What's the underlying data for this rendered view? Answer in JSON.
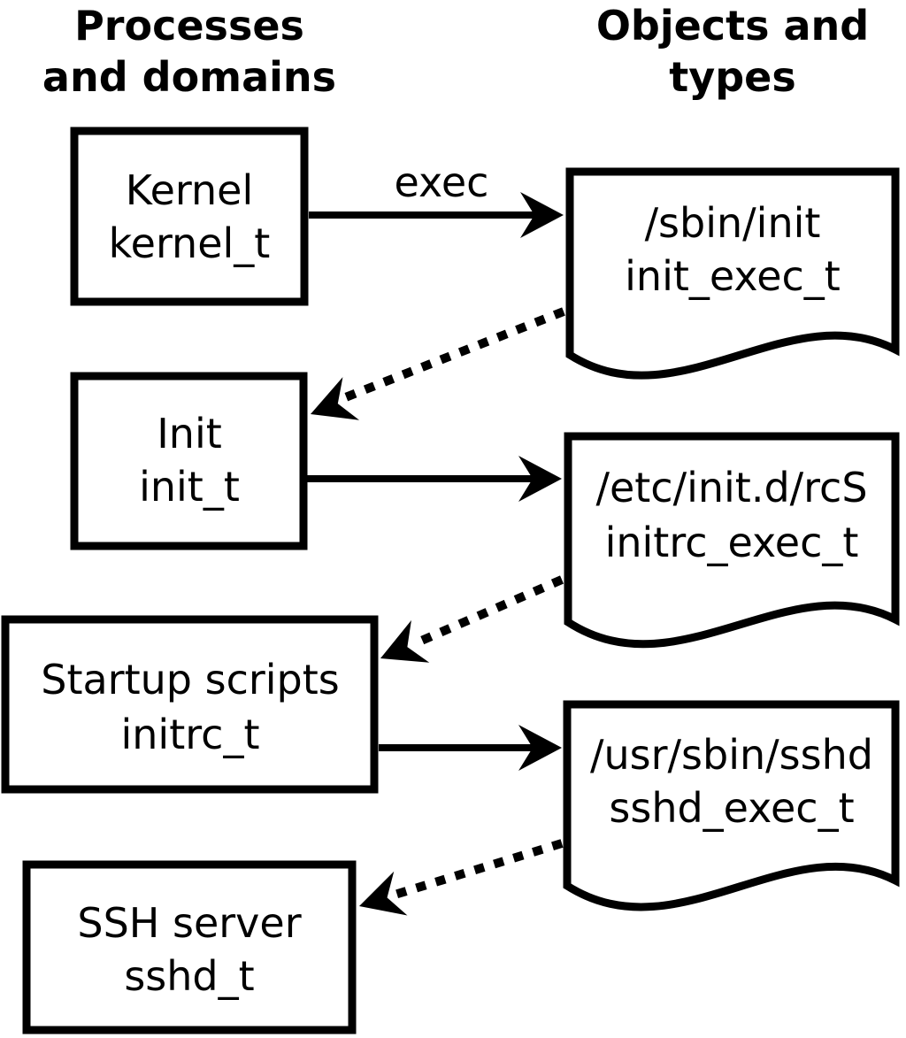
{
  "diagram": {
    "heading_left": {
      "line1": "Processes",
      "line2": "and domains"
    },
    "heading_right": {
      "line1": "Objects and",
      "line2": "types"
    },
    "colors": {
      "line": "#000000",
      "fill": "#ffffff",
      "background": "#ffffff"
    },
    "nodes": {
      "processes": [
        {
          "name": "Kernel",
          "type": "kernel_t"
        },
        {
          "name": "Init",
          "type": "init_t"
        },
        {
          "name": "Startup scripts",
          "type": "initrc_t"
        },
        {
          "name": "SSH server",
          "type": "sshd_t"
        }
      ],
      "objects": [
        {
          "path": "/sbin/init",
          "type": "init_exec_t"
        },
        {
          "path": "/etc/init.d/rcS",
          "type": "initrc_exec_t"
        },
        {
          "path": "/usr/sbin/sshd",
          "type": "sshd_exec_t"
        }
      ]
    },
    "edges": {
      "exec_label": "exec"
    }
  }
}
